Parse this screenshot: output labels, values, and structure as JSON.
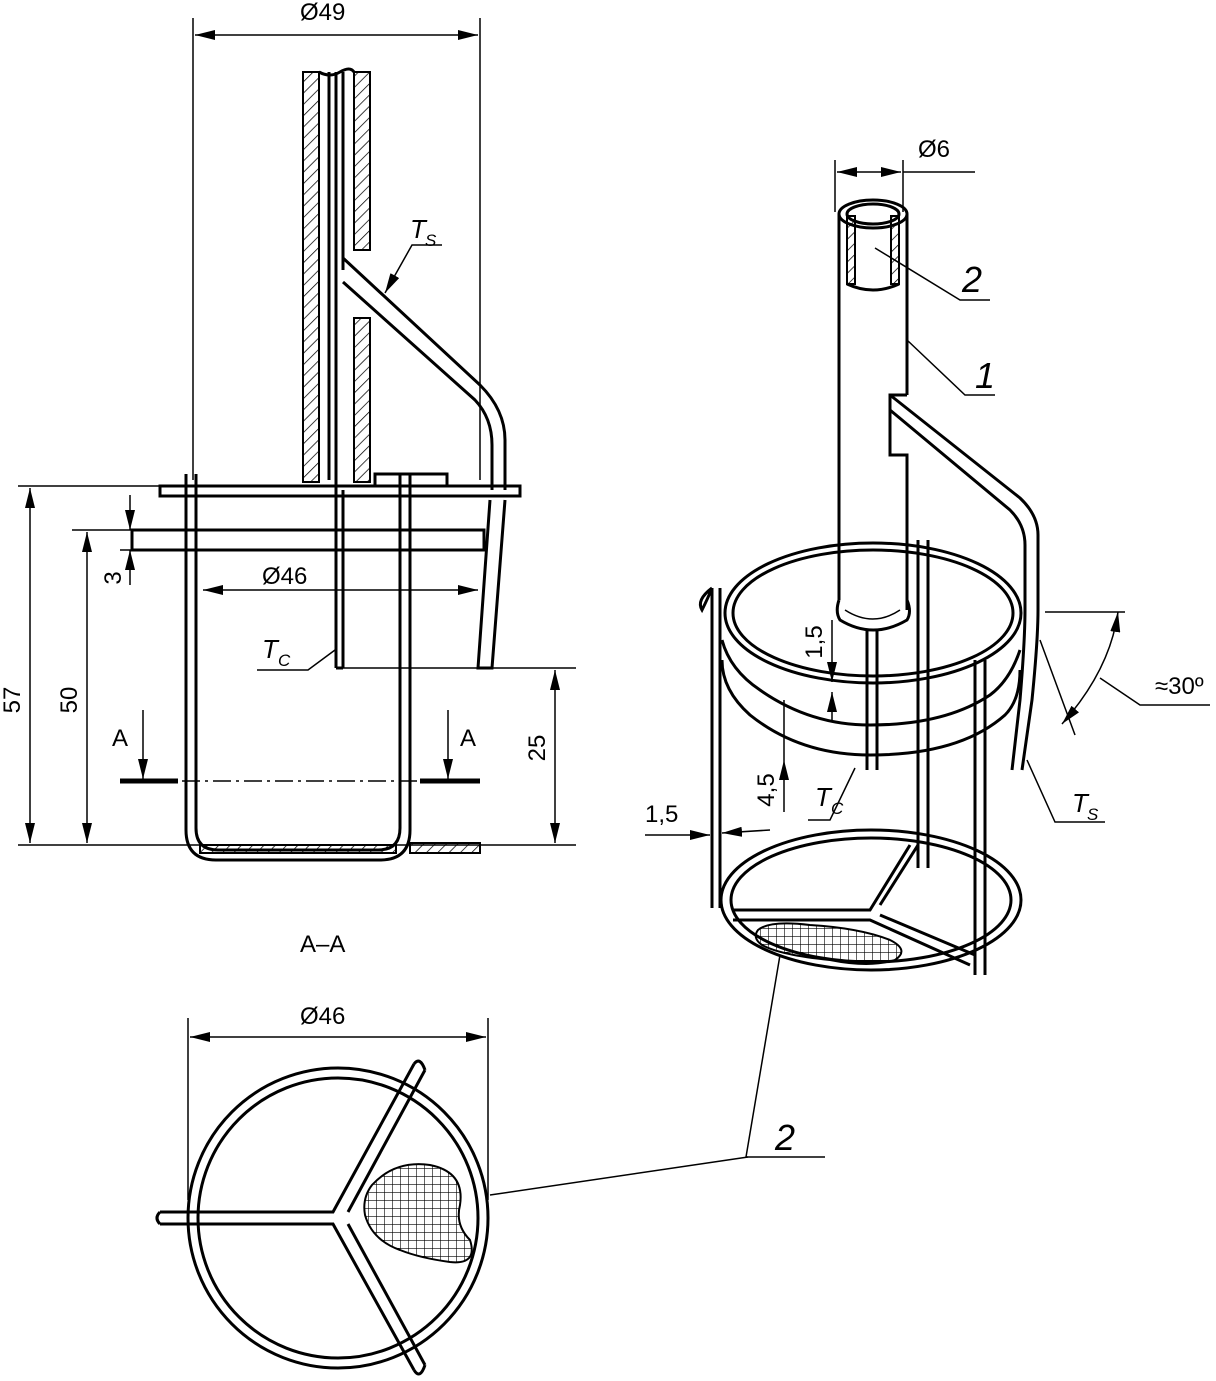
{
  "dimensions": {
    "d49": "Ø49",
    "d46_front": "Ø46",
    "d46_section": "Ø46",
    "d6": "Ø6",
    "h57": "57",
    "h50": "50",
    "h3": "3",
    "h25": "25",
    "h1_5_top": "1,5",
    "h4_5": "4,5",
    "w1_5": "1,5",
    "angle30": "≈30º"
  },
  "symbols": {
    "ts_front": "T",
    "ts_front_sub": "S",
    "tc_front": "T",
    "tc_front_sub": "C",
    "ts_iso": "T",
    "ts_iso_sub": "S",
    "tc_iso": "T",
    "tc_iso_sub": "C"
  },
  "section": {
    "marker_left": "A",
    "marker_right": "A",
    "title": "A–A"
  },
  "callouts": {
    "item1": "1",
    "item2_top": "2",
    "item2_bottom": "2"
  }
}
